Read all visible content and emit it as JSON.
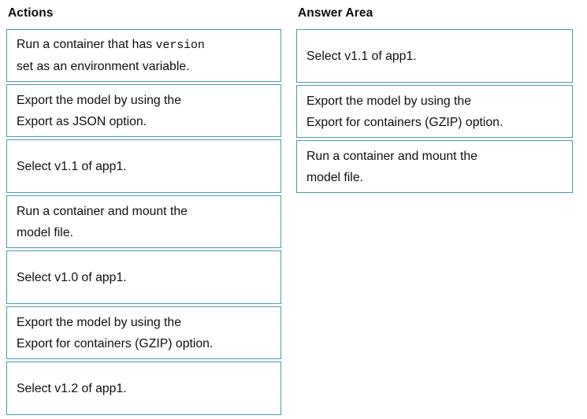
{
  "colors": {
    "card_border": "#4e9cab",
    "background": "#ffffff",
    "text": "#0f0f0f"
  },
  "actions": {
    "heading": "Actions",
    "cards": [
      {
        "id": "run-container-version-env",
        "lines": [
          {
            "parts": [
              {
                "text": "Run a container that has ",
                "style": "normal"
              },
              {
                "text": "version",
                "style": "mono"
              }
            ]
          },
          {
            "parts": [
              {
                "text": "set as an environment variable.",
                "style": "normal"
              }
            ]
          }
        ]
      },
      {
        "id": "export-model-json",
        "lines": [
          {
            "parts": [
              {
                "text": "Export the model by using the",
                "style": "normal"
              }
            ]
          },
          {
            "parts": [
              {
                "text": "Export as JSON option.",
                "style": "normal"
              }
            ]
          }
        ]
      },
      {
        "id": "select-v1-1",
        "lines": [
          {
            "parts": [
              {
                "text": "Select v1.1 of app1.",
                "style": "normal"
              }
            ]
          }
        ]
      },
      {
        "id": "run-container-mount",
        "lines": [
          {
            "parts": [
              {
                "text": "Run a container and mount the",
                "style": "normal"
              }
            ]
          },
          {
            "parts": [
              {
                "text": "model file.",
                "style": "normal"
              }
            ]
          }
        ]
      },
      {
        "id": "select-v1-0",
        "lines": [
          {
            "parts": [
              {
                "text": "Select v1.0 of app1.",
                "style": "normal"
              }
            ]
          }
        ]
      },
      {
        "id": "export-model-gzip",
        "lines": [
          {
            "parts": [
              {
                "text": "Export the model by using the",
                "style": "normal"
              }
            ]
          },
          {
            "parts": [
              {
                "text": "Export for containers (GZIP) option.",
                "style": "normal"
              }
            ]
          }
        ]
      },
      {
        "id": "select-v1-2",
        "lines": [
          {
            "parts": [
              {
                "text": "Select v1.2 of app1.",
                "style": "normal"
              }
            ]
          }
        ]
      }
    ]
  },
  "answer_area": {
    "heading": "Answer Area",
    "cards": [
      {
        "id": "answer-select-v1-1",
        "lines": [
          {
            "parts": [
              {
                "text": "Select v1.1 of app1.",
                "style": "normal"
              }
            ]
          }
        ]
      },
      {
        "id": "answer-export-model-gzip",
        "lines": [
          {
            "parts": [
              {
                "text": "Export the model by using the",
                "style": "normal"
              }
            ]
          },
          {
            "parts": [
              {
                "text": "Export for containers (GZIP) option.",
                "style": "normal"
              }
            ]
          }
        ]
      },
      {
        "id": "answer-run-container-mount",
        "lines": [
          {
            "parts": [
              {
                "text": "Run a container and mount the",
                "style": "normal"
              }
            ]
          },
          {
            "parts": [
              {
                "text": "model file.",
                "style": "normal"
              }
            ]
          }
        ]
      }
    ]
  }
}
